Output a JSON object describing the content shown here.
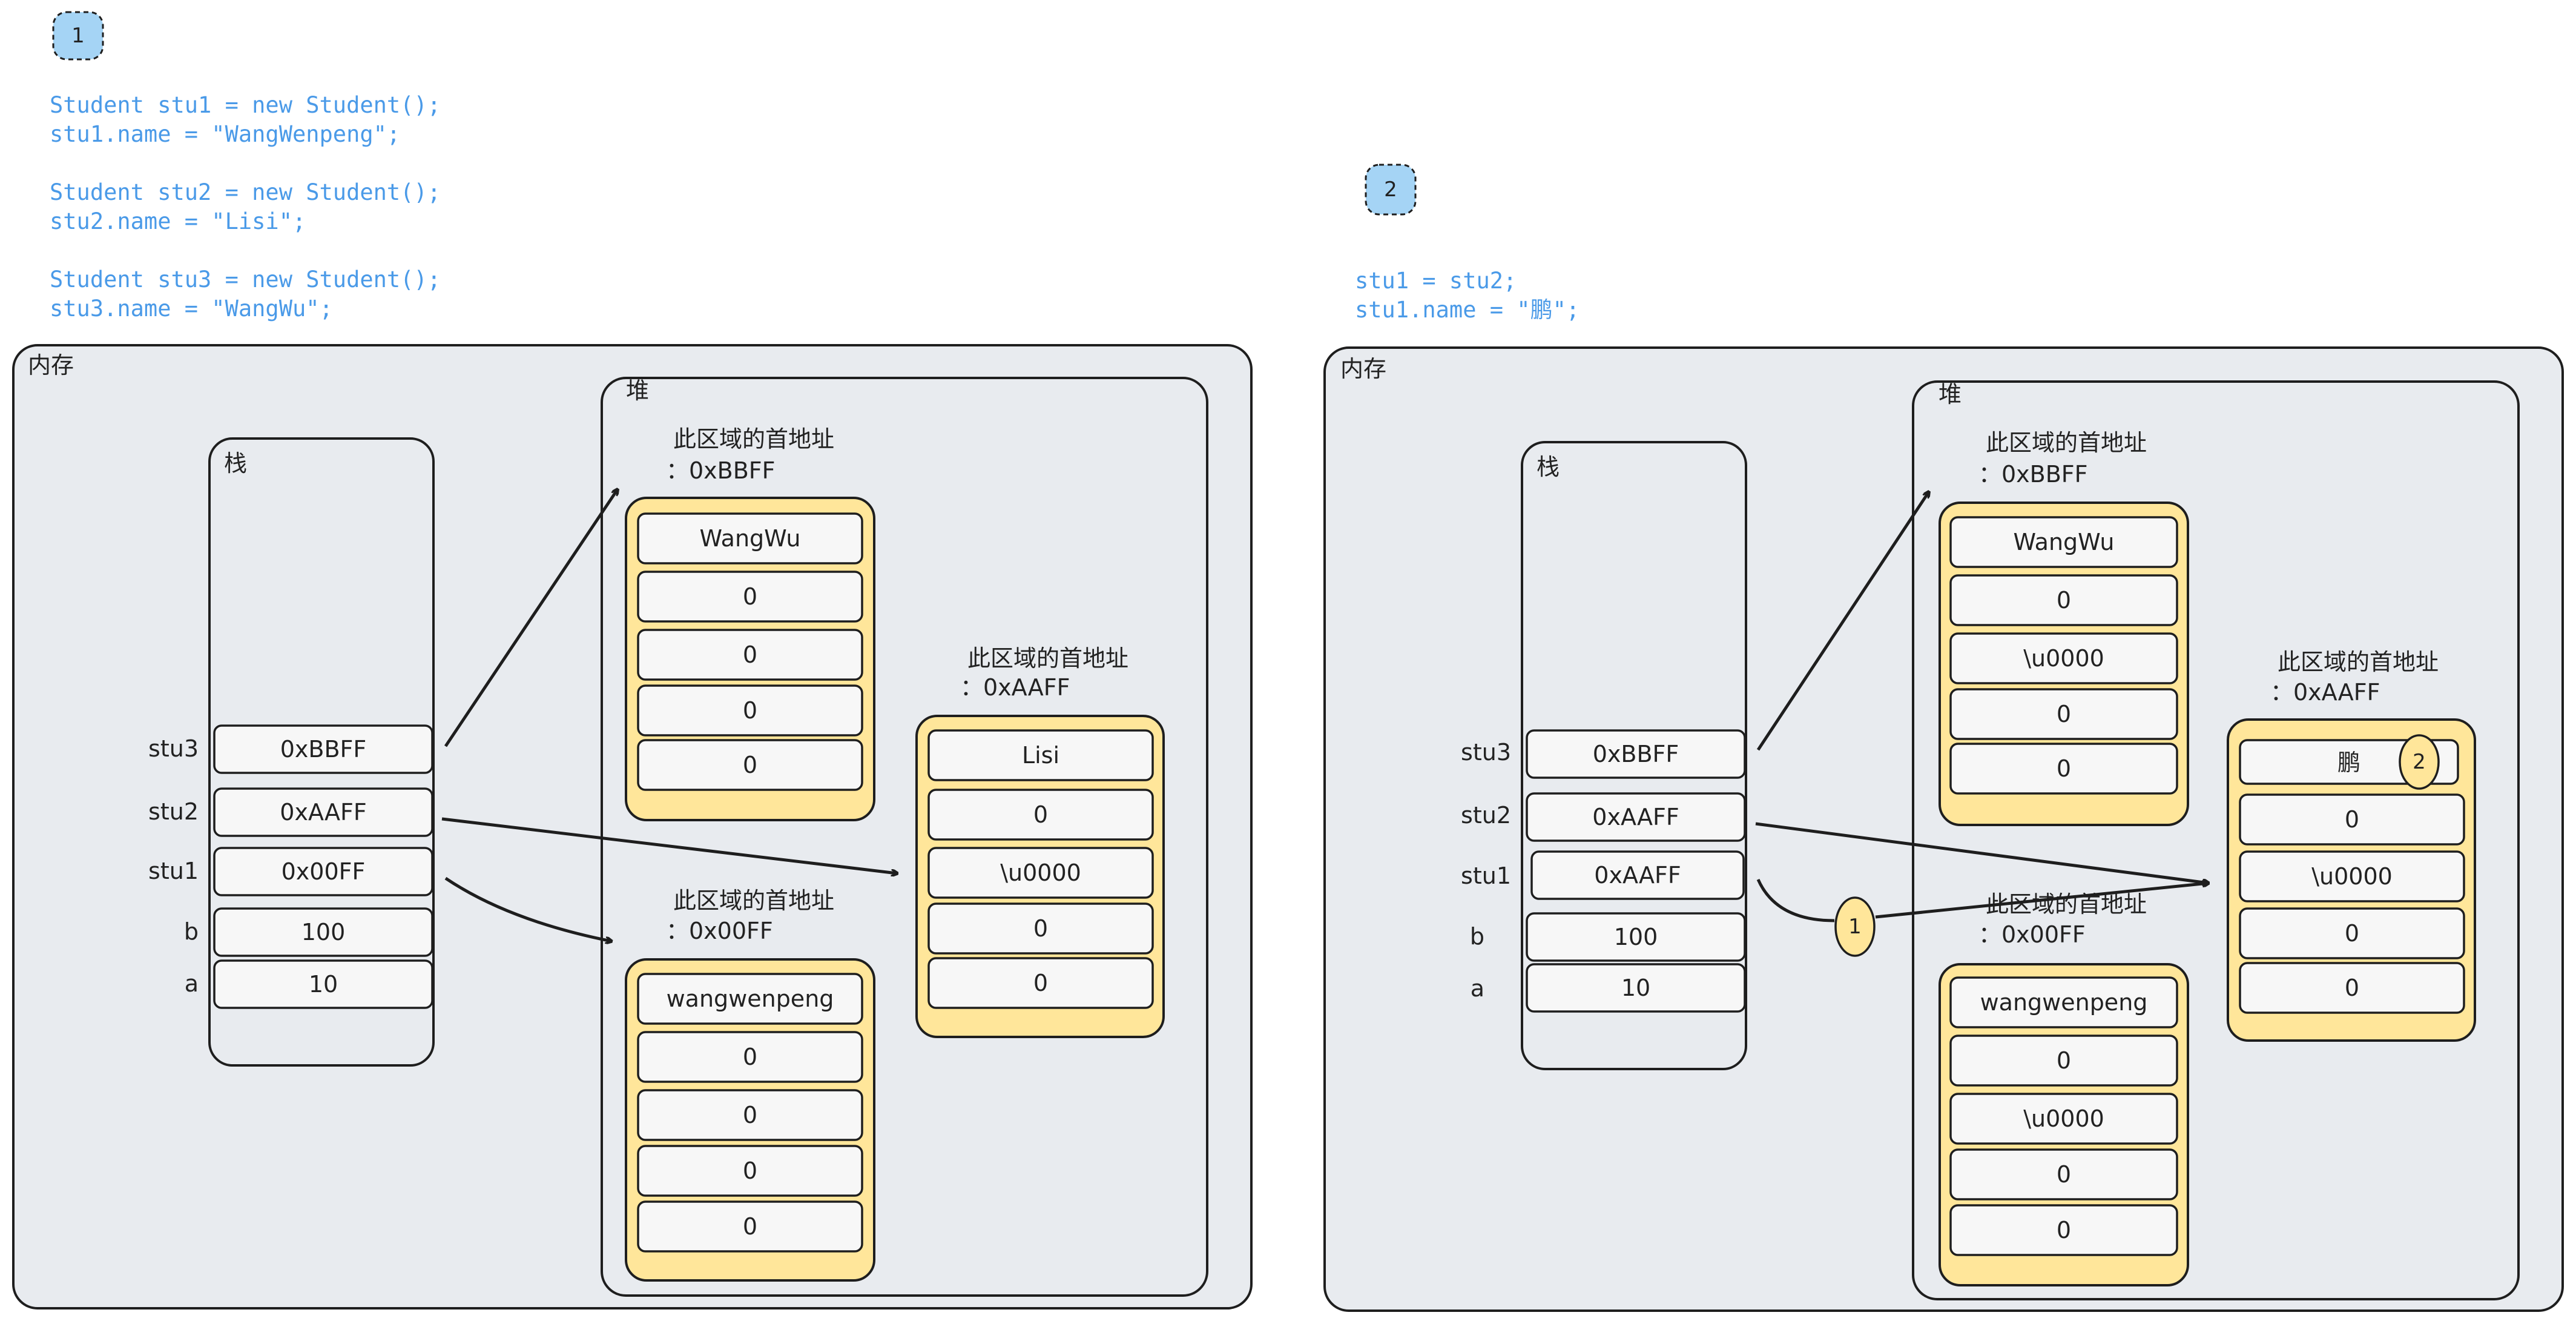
{
  "panel1": {
    "step": "1",
    "code": [
      "Student stu1 = new Student();",
      "stu1.name = \"WangWenpeng\";",
      "",
      "Student stu2 = new Student();",
      "stu2.name = \"Lisi\";",
      "",
      "Student stu3 = new Student();",
      "stu3.name = \"WangWu\";"
    ],
    "memory_label": "内存",
    "heap_label": "堆",
    "stack_label": "栈",
    "stack_vars": [
      {
        "name": "stu3",
        "value": "0xBBFF"
      },
      {
        "name": "stu2",
        "value": "0xAAFF"
      },
      {
        "name": "stu1",
        "value": "0x00FF"
      },
      {
        "name": "b",
        "value": "100"
      },
      {
        "name": "a",
        "value": "10"
      }
    ],
    "objects": [
      {
        "addr_line1": "此区域的首地址",
        "addr_line2": "：0xBBFF",
        "fields": [
          "WangWu",
          "0",
          "0",
          "0",
          "0"
        ]
      },
      {
        "addr_line1": "此区域的首地址",
        "addr_line2": "：0xAAFF",
        "fields": [
          "Lisi",
          "0",
          "\\u0000",
          "0",
          "0"
        ]
      },
      {
        "addr_line1": "此区域的首地址",
        "addr_line2": "：0x00FF",
        "fields": [
          "wangwenpeng",
          "0",
          "0",
          "0",
          "0"
        ]
      }
    ]
  },
  "panel2": {
    "step": "2",
    "code": [
      "stu1 = stu2;",
      "stu1.name = \"鹏\";"
    ],
    "memory_label": "内存",
    "heap_label": "堆",
    "stack_label": "栈",
    "stack_vars": [
      {
        "name": "stu3",
        "value": "0xBBFF"
      },
      {
        "name": "stu2",
        "value": "0xAAFF"
      },
      {
        "name": "stu1",
        "value": "0xAAFF"
      },
      {
        "name": "b",
        "value": "100"
      },
      {
        "name": "a",
        "value": "10"
      }
    ],
    "objects": [
      {
        "addr_line1": "此区域的首地址",
        "addr_line2": "：0xBBFF",
        "fields": [
          "WangWu",
          "0",
          "\\u0000",
          "0",
          "0"
        ]
      },
      {
        "addr_line1": "此区域的首地址",
        "addr_line2": "：0xAAFF",
        "fields": [
          "鹏",
          "0",
          "\\u0000",
          "0",
          "0"
        ]
      },
      {
        "addr_line1": "此区域的首地址",
        "addr_line2": "：0x00FF",
        "fields": [
          "wangwenpeng",
          "0",
          "\\u0000",
          "0",
          "0"
        ]
      }
    ],
    "step_markers": [
      "1",
      "2"
    ]
  }
}
